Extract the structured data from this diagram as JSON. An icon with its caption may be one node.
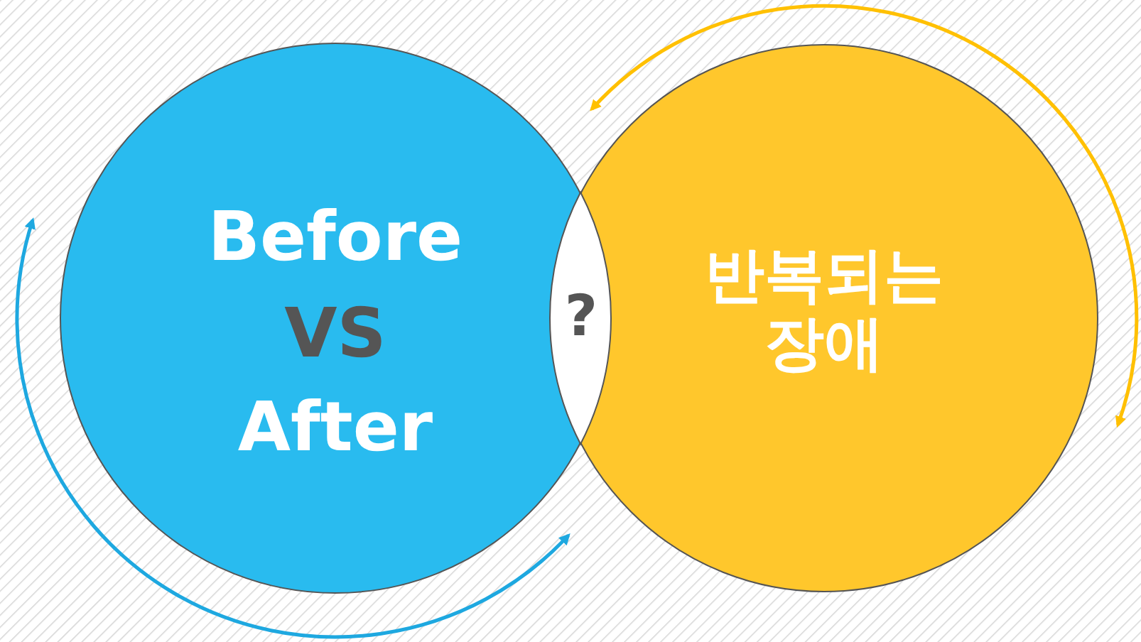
{
  "diagram": {
    "nodes": [
      {
        "text": [
          "Before",
          "VS",
          "After"
        ]
      },
      {
        "text": [
          "반복되는 장애"
        ]
      },
      {
        "text": [
          "?"
        ]
      }
    ]
  }
}
